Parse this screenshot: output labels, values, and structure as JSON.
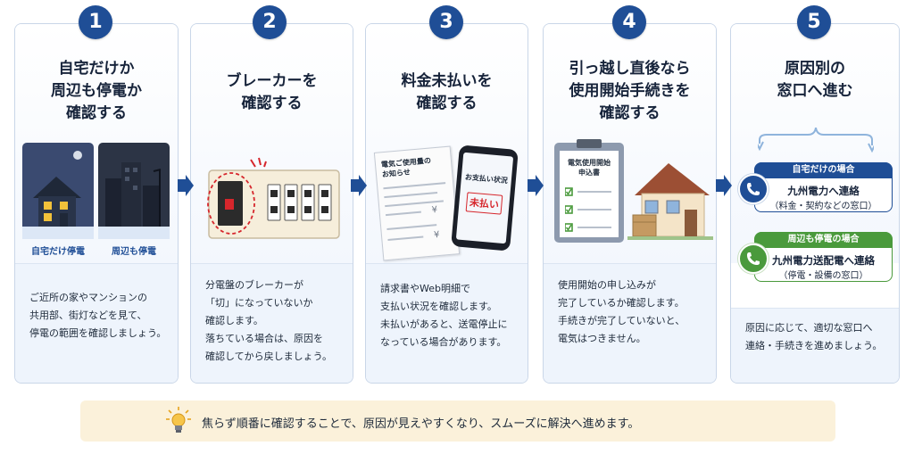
{
  "steps": [
    {
      "number": "1",
      "title": "自宅だけか\n周辺も停電か\n確認する",
      "body": "ご近所の家やマンションの\n共用部、街灯などを見て、\n停電の範囲を確認しましょう。",
      "image_labels": [
        "自宅だけ停電",
        "周辺も停電"
      ]
    },
    {
      "number": "2",
      "title": "ブレーカーを\n確認する",
      "body": "分電盤のブレーカーが\n「切」になっていないか\n確認します。\n落ちている場合は、原因を\n確認してから戻しましょう。"
    },
    {
      "number": "3",
      "title": "料金未払いを\n確認する",
      "body": "請求書やWeb明細で\n支払い状況を確認します。\n未払いがあると、送電停止に\nなっている場合があります。",
      "notice_title": "電気ご使用量の\nお知らせ",
      "notice_currency": "¥",
      "phone_header": "お支払い状況",
      "phone_stamp": "未払い"
    },
    {
      "number": "4",
      "title": "引っ越し直後なら\n使用開始手続きを\n確認する",
      "body": "使用開始の申し込みが\n完了しているか確認します。\n手続きが完了していないと、\n電気はつきません。",
      "form_title": "電気使用開始\n申込書"
    },
    {
      "number": "5",
      "title": "原因別の\n窓口へ進む",
      "body": "原因に応じて、適切な窓口へ\n連絡・手続きを進めましょう。",
      "contacts": [
        {
          "label": "自宅だけの場合",
          "name": "九州電力へ連絡",
          "detail": "（料金・契約などの窓口）",
          "color": "#1f4e96"
        },
        {
          "label": "周辺も停電の場合",
          "name": "九州電力送配電へ連絡",
          "detail": "（停電・設備の窓口）",
          "color": "#4a9a3c"
        }
      ]
    }
  ],
  "tip": {
    "text": "焦らず順番に確認することで、原因が見えやすくなり、スムーズに解決へ進めます。",
    "icon": "lightbulb-icon"
  },
  "colors": {
    "primary": "#1f4e96",
    "green": "#4a9a3c",
    "stamp": "#d6262c",
    "tip_bg": "#fbf1da"
  }
}
